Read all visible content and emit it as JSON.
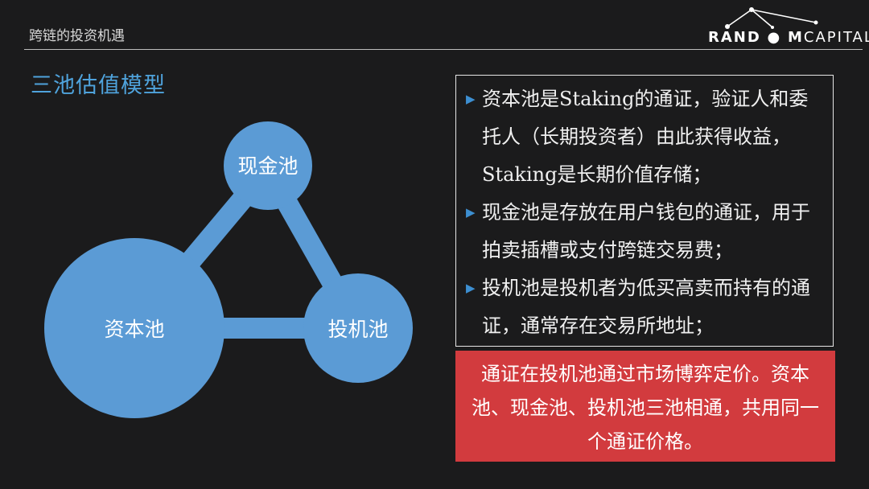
{
  "header": {
    "title": "跨链的投资机遇",
    "logo": {
      "part1": "RAND",
      "part2": "M",
      "part3": "CAPITAL"
    }
  },
  "slide_title": "三池估值模型",
  "diagram": {
    "nodes": {
      "cash": "现金池",
      "capital": "资本池",
      "speculative": "投机池"
    },
    "colors": {
      "node": "#5b9bd5",
      "link": "#5b9bd5"
    }
  },
  "bullets": [
    "资本池是Staking的通证，验证人和委托人（长期投资者）由此获得收益，Staking是长期价值存储；",
    "现金池是存放在用户钱包的通证，用于拍卖插槽或支付跨链交易费；",
    "投机池是投机者为低买高卖而持有的通证，通常存在交易所地址；"
  ],
  "highlight": "通证在投机池通过市场博弈定价。资本池、现金池、投机池三池相通，共用同一个通证价格。",
  "colors": {
    "title": "#4fa3dc",
    "highlight_bg": "#d23b3e",
    "bullet_arrow": "#3d8fd1"
  }
}
